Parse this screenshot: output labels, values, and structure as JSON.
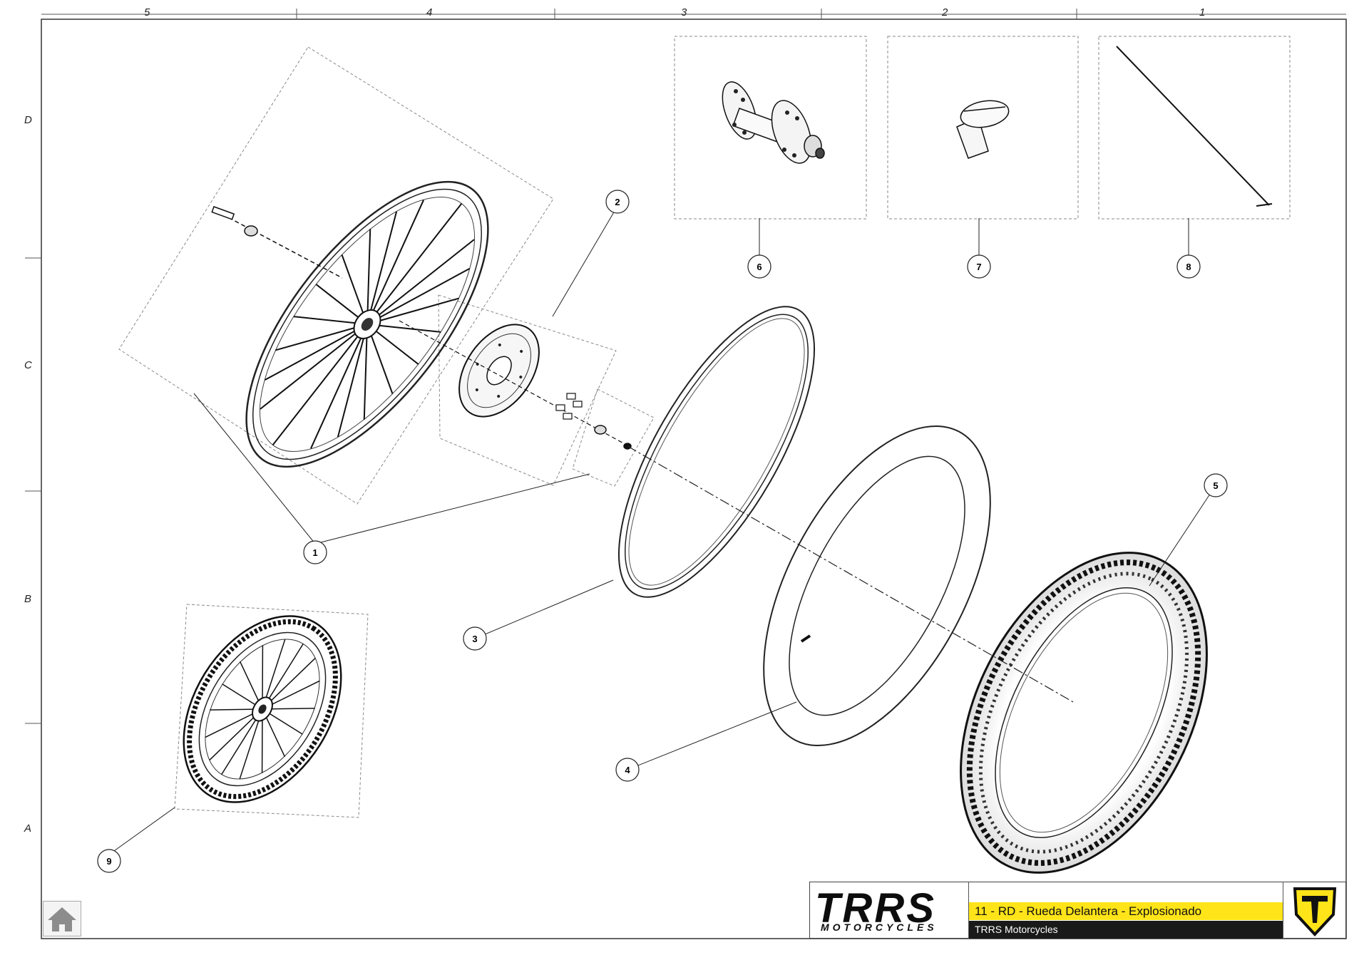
{
  "grid": {
    "columns": [
      "5",
      "4",
      "3",
      "2",
      "1"
    ],
    "rows": [
      "D",
      "C",
      "B",
      "A"
    ]
  },
  "callouts": [
    "1",
    "2",
    "3",
    "4",
    "5",
    "6",
    "7",
    "8",
    "9"
  ],
  "title_block": {
    "logo_main": "TRRS",
    "logo_sub": "MOTORCYCLES",
    "title": "11 - RD - Rueda Delantera - Explosionado",
    "company": "TRRS Motorcycles"
  },
  "colors": {
    "title_bar": "#ffe419",
    "subtitle_bar": "#1a1a1a",
    "badge_yellow": "#ffe419",
    "line": "#222222",
    "dashed": "#8a8a8a"
  },
  "icons": {
    "home": "home-icon",
    "badge": "trrs-t-badge-icon"
  }
}
